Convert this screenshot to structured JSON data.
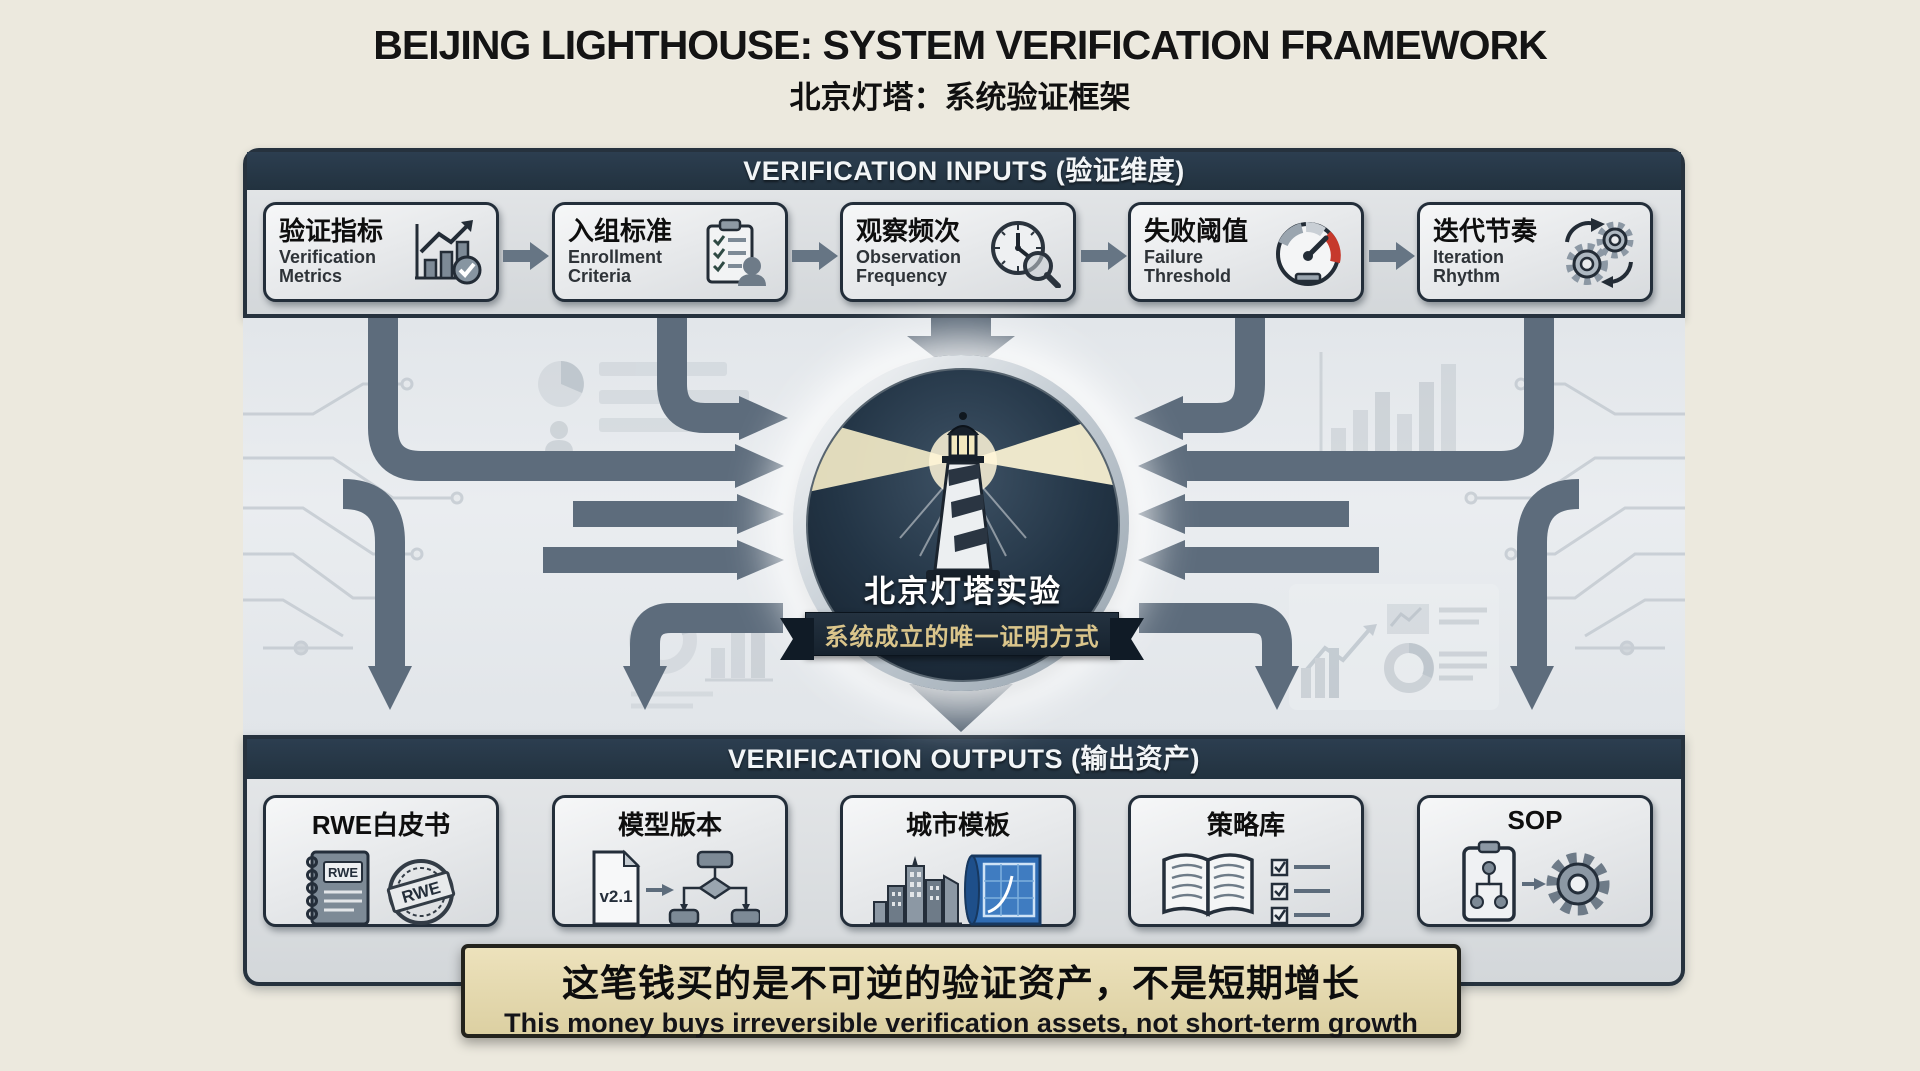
{
  "title": {
    "en": "BEIJING LIGHTHOUSE: SYSTEM VERIFICATION FRAMEWORK",
    "zh": "北京灯塔：系统验证框架"
  },
  "inputs": {
    "header": "VERIFICATION INPUTS (验证维度)",
    "items": [
      {
        "zh": "验证指标",
        "en": "Verification Metrics",
        "icon": "growth-chart-check-icon"
      },
      {
        "zh": "入组标准",
        "en": "Enrollment Criteria",
        "icon": "clipboard-checklist-person-icon"
      },
      {
        "zh": "观察频次",
        "en": "Observation Frequency",
        "icon": "clock-magnifier-icon"
      },
      {
        "zh": "失败阈值",
        "en": "Failure Threshold",
        "icon": "gauge-threshold-icon"
      },
      {
        "zh": "迭代节奏",
        "en": "Iteration Rhythm",
        "icon": "gears-iteration-icon"
      }
    ]
  },
  "center": {
    "title": "北京灯塔实验",
    "banner": "系统成立的唯一证明方式",
    "icon": "lighthouse-icon"
  },
  "outputs": {
    "header": "VERIFICATION OUTPUTS (输出资产)",
    "items": [
      {
        "zh": "RWE白皮书",
        "icon": "rwe-notebook-stamp-icon",
        "badge": "RWE",
        "stamp": "RWE"
      },
      {
        "zh": "模型版本",
        "icon": "version-doc-flowchart-icon",
        "version": "v2.1"
      },
      {
        "zh": "城市模板",
        "icon": "city-blueprint-icon"
      },
      {
        "zh": "策略库",
        "icon": "book-checklist-icon"
      },
      {
        "zh": "SOP",
        "icon": "sop-clipboard-gear-icon"
      }
    ]
  },
  "footer": {
    "zh": "这笔钱买的是不可逆的验证资产，不是短期增长",
    "en": "This money buys irreversible verification assets, not short-term growth"
  },
  "colors": {
    "header_navy": "#253645",
    "arrow_slate": "#5D6C7C",
    "gold": "#D8C489",
    "banner_tan": "#E9DDB3",
    "alert_red": "#C6392C",
    "blueprint_blue": "#2F6CB3",
    "background_cream": "#ECE9DE"
  }
}
